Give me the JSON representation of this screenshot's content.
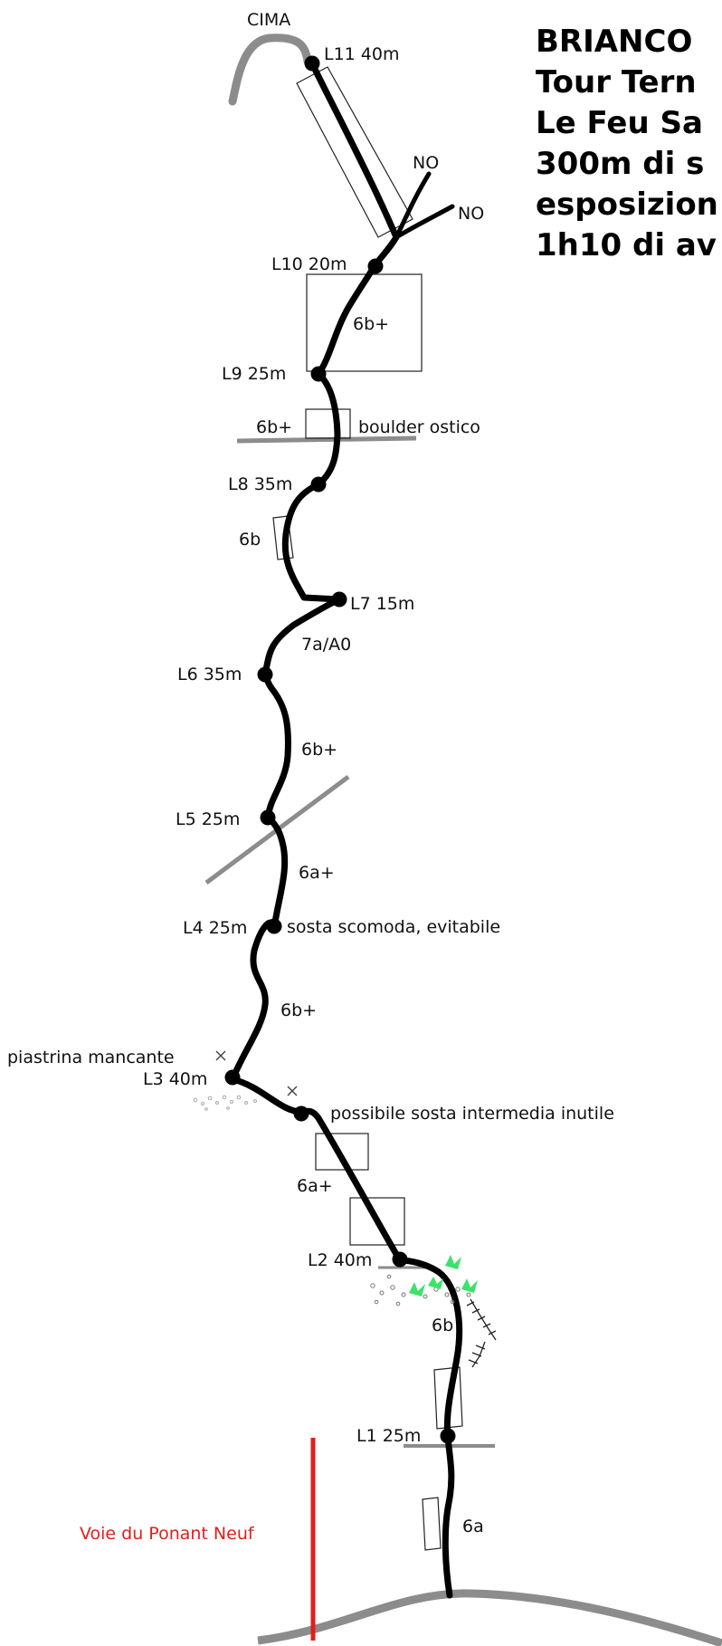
{
  "title_lines": [
    "BRIANCO",
    "Tour Tern",
    "Le Feu Sa",
    "300m di s",
    "esposizion",
    "1h10 di av"
  ],
  "summit_label": "CIMA",
  "belays": [
    {
      "id": "L11",
      "label": "L11 40m"
    },
    {
      "id": "L10",
      "label": "L10 20m"
    },
    {
      "id": "L9",
      "label": "L9 25m"
    },
    {
      "id": "L8",
      "label": "L8 35m"
    },
    {
      "id": "L7",
      "label": "L7 15m"
    },
    {
      "id": "L6",
      "label": "L6 35m"
    },
    {
      "id": "L5",
      "label": "L5 25m"
    },
    {
      "id": "L4",
      "label": "L4 25m"
    },
    {
      "id": "L3",
      "label": "L3 40m"
    },
    {
      "id": "L2",
      "label": "L2 40m"
    },
    {
      "id": "L1",
      "label": "L1 25m"
    }
  ],
  "grades": {
    "g1": "6a",
    "g2": "6b",
    "g3": "6a+",
    "g4": "6b+",
    "g5": "6a+",
    "g6": "6b+",
    "g7": "7a/A0",
    "g8": "6b",
    "g9": "6b+",
    "g10": "6b+"
  },
  "notes": {
    "boulder": "boulder ostico",
    "l4_note": "sosta scomoda, evitabile",
    "missing_plate": "piastrina mancante",
    "intermediate": "possibile sosta intermedia inutile",
    "no_upper": "NO",
    "no_lower": "NO"
  },
  "other_route": "Voie du Ponant Neuf",
  "colors": {
    "route": "#000000",
    "ledge": "#8c8c8c",
    "other_route": "#e0201b",
    "grass": "#3be36b"
  }
}
